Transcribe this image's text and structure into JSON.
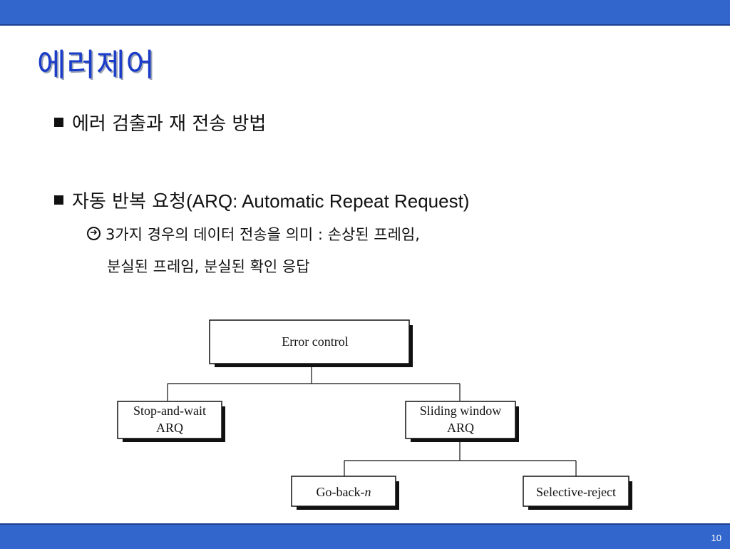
{
  "slide": {
    "title": "에러제어",
    "page_number": "10"
  },
  "bullets": [
    {
      "text": "에러 검출과 재 전송 방법"
    },
    {
      "text_ko": "자동 반복 요청",
      "text_en": "(ARQ: Automatic Repeat Request)"
    }
  ],
  "sub_bullet": {
    "line1": "3가지 경우의 데이터 전송을 의미 : 손상된 프레임,",
    "line2": "분실된 프레임, 분실된 확인 응답"
  },
  "diagram": {
    "root": "Error control",
    "stop_and_wait": {
      "line1": "Stop-and-wait",
      "line2": "ARQ"
    },
    "sliding_window": {
      "line1": "Sliding window",
      "line2": "ARQ"
    },
    "go_back_prefix": "Go-back-",
    "go_back_n": "n",
    "selective_reject": "Selective-reject"
  }
}
